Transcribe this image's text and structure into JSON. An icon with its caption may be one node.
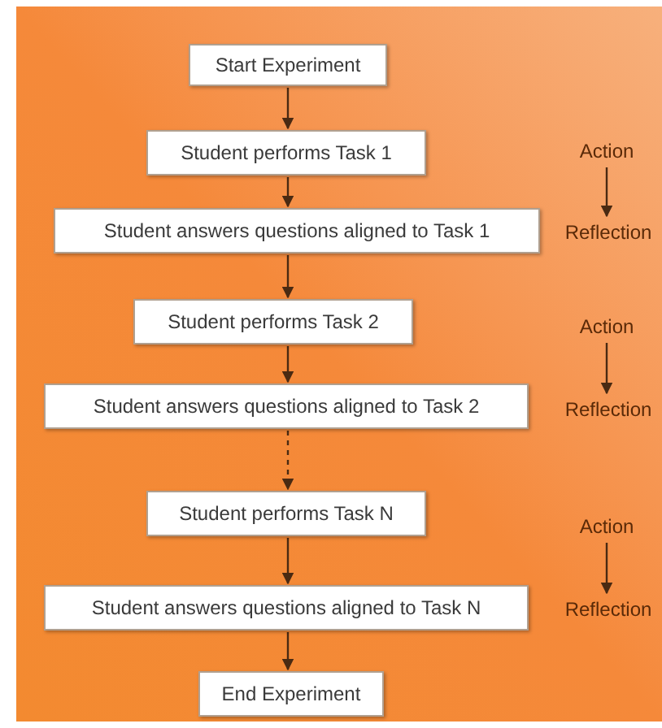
{
  "diagram": {
    "nodes": [
      {
        "text": [
          "Start Experiment"
        ]
      },
      {
        "text": [
          "Student performs Task 1"
        ]
      },
      {
        "text": [
          "Student answers questions aligned to  Task 1"
        ]
      },
      {
        "text": [
          "Student performs Task 2"
        ]
      },
      {
        "text": [
          "Student answers questions aligned to  Task 2"
        ]
      },
      {
        "text": [
          "Student performs Task N"
        ]
      },
      {
        "text": [
          "Student answers questions aligned to  Task N"
        ]
      },
      {
        "text": [
          "End Experiment"
        ]
      },
      {
        "text": [
          "Action"
        ]
      },
      {
        "text": [
          "Reflection"
        ]
      },
      {
        "text": [
          "Action"
        ]
      },
      {
        "text": [
          "Reflection"
        ]
      },
      {
        "text": [
          "Action"
        ]
      },
      {
        "text": [
          "Reflection"
        ]
      }
    ],
    "edges": [
      {
        "from": 0,
        "to": 1,
        "arrow": "to"
      },
      {
        "from": 1,
        "to": 2,
        "arrow": "to"
      },
      {
        "from": 2,
        "to": 3,
        "arrow": "to"
      },
      {
        "from": 3,
        "to": 4,
        "arrow": "to"
      },
      {
        "from": 4,
        "to": 5,
        "arrow": "to",
        "style": "dashed"
      },
      {
        "from": 5,
        "to": 6,
        "arrow": "to"
      },
      {
        "from": 6,
        "to": 7,
        "arrow": "to"
      },
      {
        "from": 8,
        "to": 9,
        "arrow": "to"
      },
      {
        "from": 10,
        "to": 11,
        "arrow": "to"
      },
      {
        "from": 12,
        "to": 13,
        "arrow": "to"
      }
    ]
  }
}
